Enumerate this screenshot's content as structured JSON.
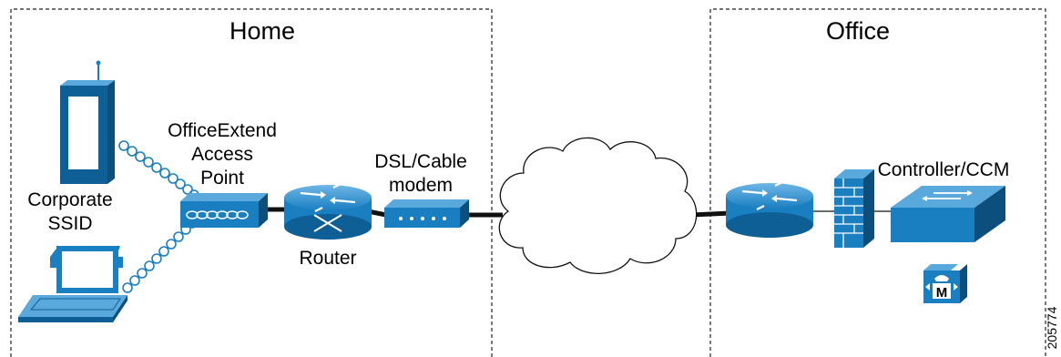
{
  "zones": {
    "home_label": "Home",
    "office_label": "Office"
  },
  "labels": {
    "corporate_ssid": [
      "Corporate",
      "SSID"
    ],
    "access_point": [
      "OfficeExtend",
      "Access",
      "Point"
    ],
    "router": "Router",
    "modem": [
      "DSL/Cable",
      "modem"
    ],
    "controller": "Controller/CCM",
    "call_manager_letter": "M",
    "figure_id": "205774"
  },
  "colors": {
    "device_blue": "#1a7fc1",
    "device_dark": "#0e5f95",
    "device_light": "#5aa9dc",
    "border_dash": "#222222"
  },
  "icons": [
    "cordless-phone-icon",
    "laptop-icon",
    "access-point-icon",
    "router-icon",
    "modem-icon",
    "cloud-icon",
    "firewall-icon",
    "switch-icon",
    "call-manager-icon"
  ]
}
